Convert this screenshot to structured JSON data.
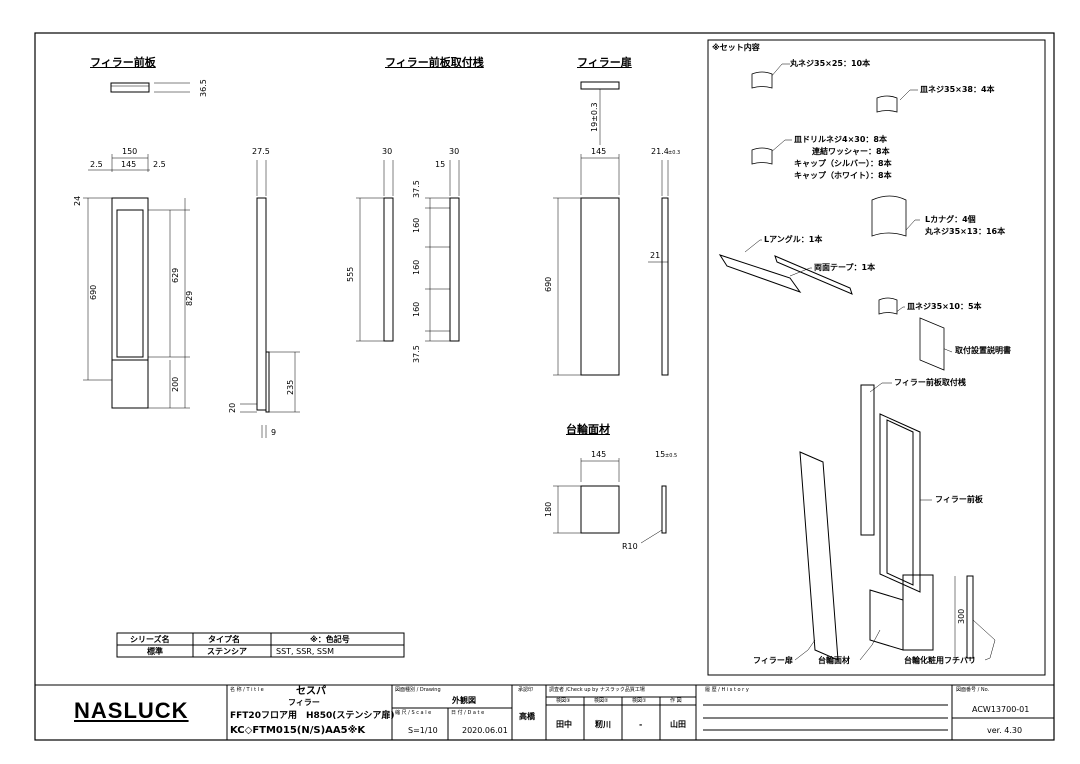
{
  "views": {
    "front_panel_title": "フィラー前板",
    "mount_bar_title": "フィラー前板取付桟",
    "filler_door_title": "フィラー扉",
    "base_panel_title": "台輪面材"
  },
  "dims": {
    "fp_top_thickness": "36.5",
    "fp_width_total": "150",
    "fp_left_margin": "2.5",
    "fp_width_inner": "145",
    "fp_right_margin": "2.5",
    "fp_top_gap": "24",
    "fp_height_690": "690",
    "fp_height_629": "629",
    "fp_height_829": "829",
    "fp_height_200": "200",
    "side_top": "27.5",
    "side_235": "235",
    "side_20": "20",
    "side_9": "9",
    "mb_30a": "30",
    "mb_30b": "30",
    "mb_15": "15",
    "mb_555": "555",
    "mb_375a": "37.5",
    "mb_160a": "160",
    "mb_160b": "160",
    "mb_160c": "160",
    "mb_375b": "37.5",
    "fd_top": "19±0.3",
    "fd_width": "145",
    "fd_side_thk": "21.4",
    "fd_side_tol": "±0.3",
    "fd_height": "690",
    "fd_21": "21",
    "bp_width": "145",
    "bp_thk": "15",
    "bp_tol": "±0.5",
    "bp_height": "180",
    "bp_radius": "R10"
  },
  "set": {
    "heading": "※セット内容",
    "screw1": "丸ネジ35×25：10本",
    "screw2": "皿ネジ35×38：4本",
    "drill1": "皿ドリルネジ4×30：8本",
    "drill2": "連結ワッシャー：8本",
    "drill3": "キャップ（シルバー）：8本",
    "drill4": "キャップ（ホワイト）：8本",
    "lkanagu1": "Lカナグ：4個",
    "lkanagu2": "丸ネジ35×13：16本",
    "langle": "Lアングル：1本",
    "tape": "両面テープ：1本",
    "screw3": "皿ネジ35×10：5本",
    "manual": "取付設置説明書",
    "iso_mount_bar": "フィラー前板取付桟",
    "iso_front_panel": "フィラー前板",
    "iso_door": "フィラー扉",
    "iso_base": "台輪面材",
    "iso_edge": "台輪化粧用フチバリ",
    "iso_300": "300"
  },
  "color_table": {
    "headers": [
      "シリーズ名",
      "タイプ名",
      "※：色記号"
    ],
    "row": [
      "標準",
      "ステンシア",
      "SST, SSR, SSM"
    ]
  },
  "title_block": {
    "logo": "NASLUCK",
    "title_label": "名 称 / T i t l e",
    "title_main": "セスパ",
    "title_sub": "フィラー",
    "title_line3": "FFT20フロア用　H850(ステンシア扉)",
    "title_line4": "KC◇FTM015(N/S)AA5※K",
    "drawing_label": "図面種別 / Drawing",
    "drawing_value": "外観図",
    "scale_label": "縮 尺 / S c a l e",
    "scale_value": "S=1/10",
    "date_label": "日 付 / D a t e",
    "date_value": "2020.06.01",
    "checked_label": "承認印",
    "checked_value": "高橋",
    "check_label": "調査者 /Check up by ナスラック品質工場",
    "check_h1": "検図③",
    "check_h2": "検図②",
    "check_h3": "検図①",
    "check_h4": "作 図",
    "check_v1": "田中",
    "check_v2": "籾川",
    "check_v3": "-",
    "check_v4": "山田",
    "history_label": "履 歴 / H i s t o r y",
    "drawing_no_label": "図面番号 / No.",
    "drawing_no": "ACW13700-01",
    "version": "ver. 4.30"
  }
}
